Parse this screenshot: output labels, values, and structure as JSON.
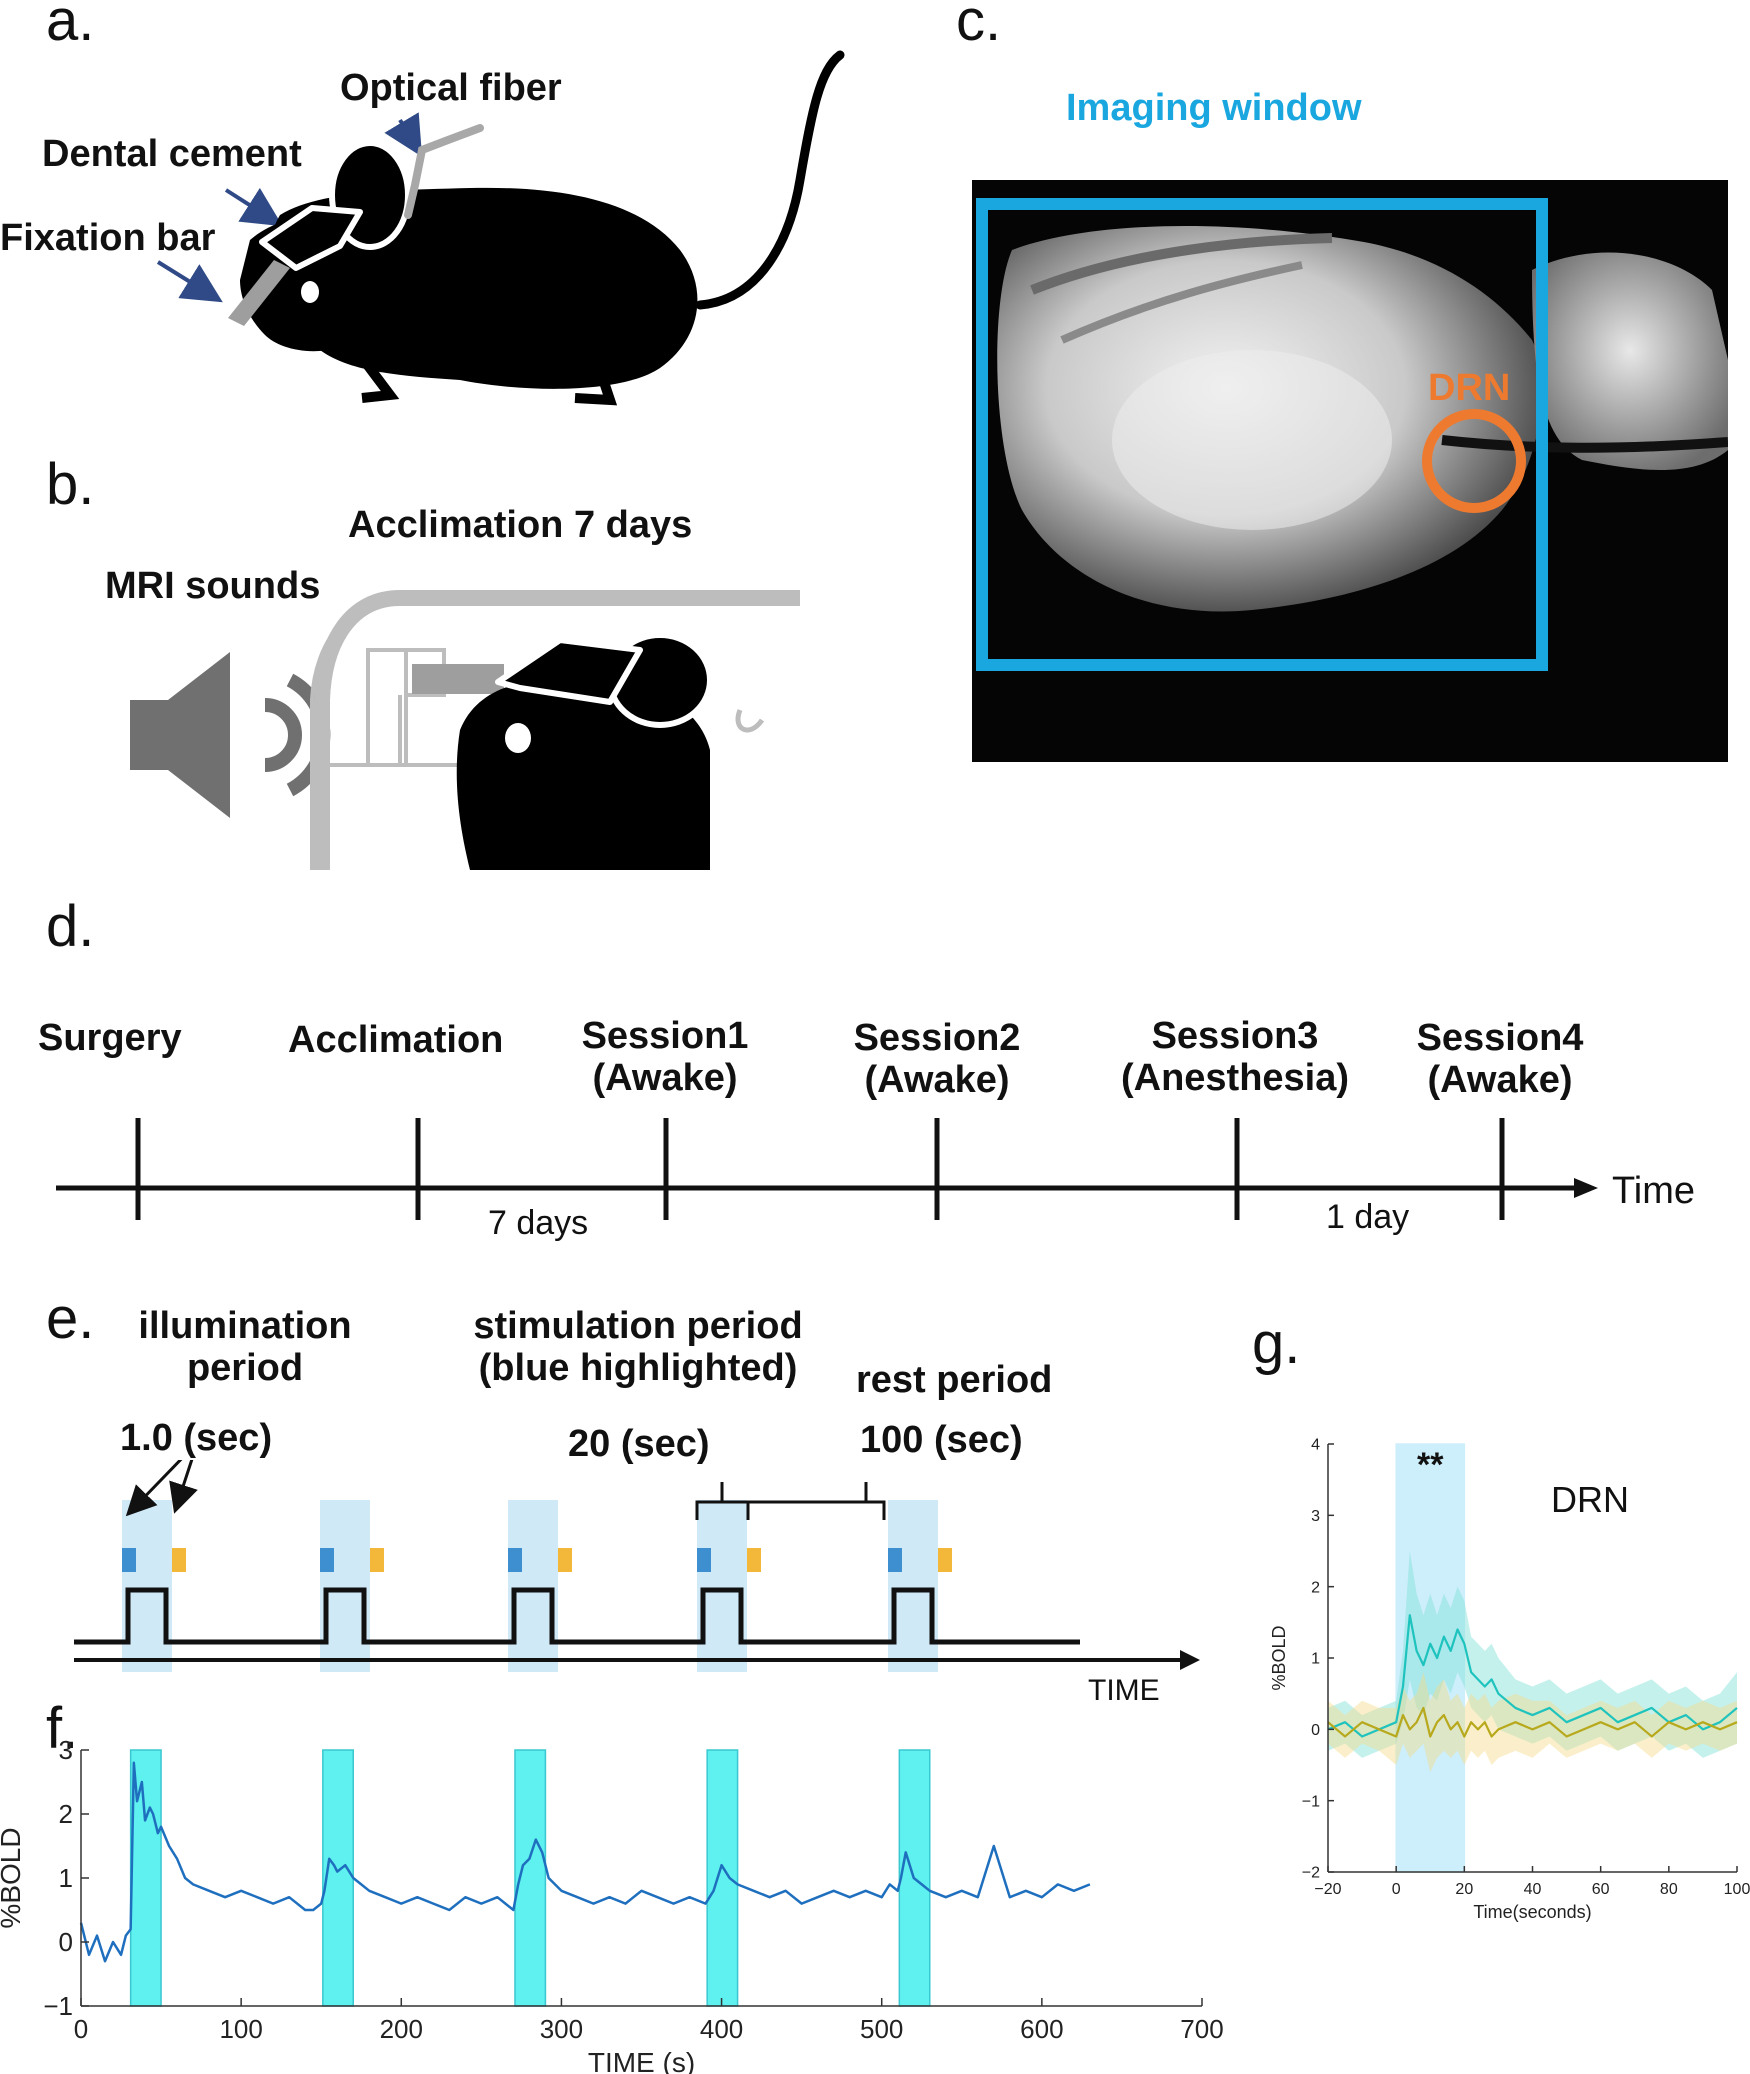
{
  "panels": {
    "a": "a.",
    "b": "b.",
    "c": "c.",
    "d": "d.",
    "e": "e.",
    "f": "f.",
    "g": "g."
  },
  "panel_a": {
    "optical_fiber": "Optical fiber",
    "dental_cement": "Dental cement",
    "fixation_bar": "Fixation bar"
  },
  "panel_b": {
    "acclimation": "Acclimation 7 days",
    "mri_sounds": "MRI sounds"
  },
  "panel_c": {
    "imaging_window": "Imaging window",
    "drn": "DRN",
    "colors": {
      "window": "#1aa7e0",
      "drn": "#ee7a30"
    }
  },
  "panel_d": {
    "events": [
      {
        "line1": "Surgery",
        "line2": ""
      },
      {
        "line1": "Acclimation",
        "line2": ""
      },
      {
        "line1": "Session1",
        "line2": "(Awake)"
      },
      {
        "line1": "Session2",
        "line2": "(Awake)"
      },
      {
        "line1": "Session3",
        "line2": "(Anesthesia)"
      },
      {
        "line1": "Session4",
        "line2": "(Awake)"
      }
    ],
    "interval_1": "7 days",
    "interval_2": "1 day",
    "axis_label": "Time"
  },
  "panel_e": {
    "illumination_1": "illumination",
    "illumination_2": "period",
    "illumination_value": "1.0 (sec)",
    "stimulation_1": "stimulation period",
    "stimulation_2": "(blue highlighted)",
    "stimulation_value": "20 (sec)",
    "rest": "rest period",
    "rest_value": "100 (sec)",
    "axis_label": "TIME",
    "colors": {
      "highlight": "#cfe9f7",
      "on": "#3d8fd0",
      "off": "#f3b83a"
    }
  },
  "chart_data": [
    {
      "id": "f",
      "type": "line",
      "xlabel": "TIME (s)",
      "ylabel": "%BOLD",
      "xlim": [
        0,
        700
      ],
      "ylim": [
        -1,
        3
      ],
      "xticks": [
        0,
        100,
        200,
        300,
        400,
        500,
        600,
        700
      ],
      "yticks": [
        -1,
        0,
        1,
        2,
        3
      ],
      "stimulation_periods": [
        [
          31,
          50
        ],
        [
          151,
          170
        ],
        [
          271,
          290
        ],
        [
          391,
          410
        ],
        [
          511,
          530
        ]
      ],
      "series": [
        {
          "color": "#1f6fbf",
          "x": [
            0,
            5,
            10,
            15,
            20,
            25,
            28,
            31,
            33,
            35,
            38,
            40,
            43,
            45,
            48,
            50,
            55,
            60,
            65,
            70,
            80,
            90,
            100,
            110,
            120,
            130,
            140,
            145,
            150,
            152,
            155,
            158,
            160,
            165,
            170,
            175,
            180,
            190,
            200,
            210,
            220,
            230,
            240,
            250,
            260,
            270,
            273,
            276,
            280,
            284,
            288,
            292,
            296,
            300,
            310,
            320,
            330,
            340,
            350,
            360,
            370,
            380,
            390,
            395,
            400,
            405,
            410,
            420,
            430,
            440,
            450,
            460,
            470,
            480,
            490,
            500,
            505,
            510,
            512,
            515,
            520,
            525,
            530,
            540,
            550,
            560,
            570,
            580,
            590,
            600,
            610,
            620,
            630
          ],
          "y": [
            0.3,
            -0.2,
            0.1,
            -0.3,
            0.0,
            -0.2,
            0.1,
            0.2,
            2.8,
            2.2,
            2.5,
            1.9,
            2.1,
            2.0,
            1.7,
            1.8,
            1.5,
            1.3,
            1.0,
            0.9,
            0.8,
            0.7,
            0.8,
            0.7,
            0.6,
            0.7,
            0.5,
            0.5,
            0.6,
            0.8,
            1.3,
            1.2,
            1.1,
            1.2,
            1.0,
            0.9,
            0.8,
            0.7,
            0.6,
            0.7,
            0.6,
            0.5,
            0.7,
            0.6,
            0.7,
            0.5,
            0.9,
            1.2,
            1.3,
            1.6,
            1.4,
            1.0,
            0.9,
            0.8,
            0.7,
            0.6,
            0.7,
            0.6,
            0.8,
            0.7,
            0.6,
            0.7,
            0.6,
            0.8,
            1.2,
            1.0,
            0.9,
            0.8,
            0.7,
            0.8,
            0.6,
            0.7,
            0.8,
            0.7,
            0.8,
            0.7,
            0.9,
            0.8,
            1.0,
            1.4,
            1.0,
            0.9,
            0.8,
            0.7,
            0.8,
            0.7,
            1.5,
            0.7,
            0.8,
            0.7,
            0.9,
            0.8,
            0.9
          ]
        }
      ]
    },
    {
      "id": "g",
      "type": "line",
      "title": "DRN",
      "xlabel": "Time(seconds)",
      "ylabel": "%BOLD",
      "xlim": [
        -20,
        100
      ],
      "ylim": [
        -2,
        4
      ],
      "xticks": [
        -20,
        0,
        20,
        40,
        60,
        80,
        100
      ],
      "yticks": [
        -2,
        -1,
        0,
        1,
        2,
        3,
        4
      ],
      "annotation": "**",
      "stimulation_period": [
        0,
        20
      ],
      "series": [
        {
          "color": "#1fc3bd",
          "band_color": "#7fe0d8",
          "x": [
            -20,
            -15,
            -10,
            -5,
            0,
            2,
            4,
            6,
            8,
            10,
            12,
            14,
            16,
            18,
            20,
            22,
            24,
            26,
            28,
            30,
            35,
            40,
            45,
            50,
            55,
            60,
            65,
            70,
            75,
            80,
            85,
            90,
            95,
            100
          ],
          "y": [
            0.0,
            0.1,
            -0.1,
            0.0,
            0.1,
            0.6,
            1.6,
            1.1,
            0.9,
            1.2,
            1.0,
            1.3,
            1.1,
            1.4,
            1.2,
            0.8,
            0.7,
            0.6,
            0.7,
            0.5,
            0.3,
            0.2,
            0.3,
            0.1,
            0.2,
            0.3,
            0.1,
            0.2,
            0.3,
            0.1,
            0.2,
            0.0,
            0.1,
            0.3
          ],
          "band": [
            0.3,
            0.3,
            0.3,
            0.3,
            0.3,
            0.5,
            0.9,
            0.8,
            0.7,
            0.7,
            0.6,
            0.6,
            0.6,
            0.6,
            0.6,
            0.5,
            0.5,
            0.5,
            0.5,
            0.5,
            0.4,
            0.4,
            0.4,
            0.4,
            0.4,
            0.4,
            0.4,
            0.4,
            0.4,
            0.4,
            0.4,
            0.4,
            0.4,
            0.5
          ]
        },
        {
          "color": "#b8a81c",
          "band_color": "#f5dc8a",
          "x": [
            -20,
            -15,
            -10,
            -5,
            0,
            2,
            4,
            6,
            8,
            10,
            12,
            14,
            16,
            18,
            20,
            22,
            24,
            26,
            28,
            30,
            35,
            40,
            45,
            50,
            55,
            60,
            65,
            70,
            75,
            80,
            85,
            90,
            95,
            100
          ],
          "y": [
            0.1,
            -0.1,
            0.1,
            0.0,
            -0.1,
            0.2,
            0.0,
            0.1,
            0.3,
            -0.1,
            0.1,
            0.2,
            0.0,
            0.1,
            -0.1,
            0.1,
            0.0,
            0.1,
            -0.1,
            0.0,
            0.1,
            0.0,
            0.1,
            -0.1,
            0.0,
            0.1,
            0.0,
            0.1,
            -0.1,
            0.1,
            0.0,
            0.1,
            0.0,
            0.1
          ],
          "band": [
            0.3,
            0.3,
            0.3,
            0.3,
            0.4,
            0.4,
            0.4,
            0.4,
            0.5,
            0.5,
            0.5,
            0.5,
            0.4,
            0.4,
            0.4,
            0.4,
            0.4,
            0.4,
            0.4,
            0.4,
            0.4,
            0.4,
            0.3,
            0.3,
            0.3,
            0.3,
            0.3,
            0.3,
            0.3,
            0.3,
            0.3,
            0.3,
            0.3,
            0.3
          ]
        }
      ]
    }
  ]
}
